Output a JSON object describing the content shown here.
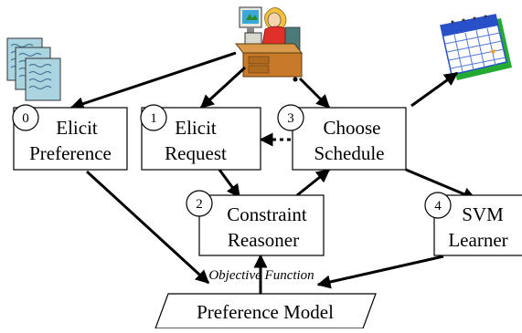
{
  "diagram": {
    "nodes": {
      "elicit_preference": {
        "number": "0",
        "line1": "Elicit",
        "line2": "Preference"
      },
      "elicit_request": {
        "number": "1",
        "line1": "Elicit",
        "line2": "Request"
      },
      "constraint_reasoner": {
        "number": "2",
        "line1": "Constraint",
        "line2": "Reasoner"
      },
      "choose_schedule": {
        "number": "3",
        "line1": "Choose",
        "line2": "Schedule"
      },
      "svm_learner": {
        "number": "4",
        "line1": "SVM",
        "line2": "Learner"
      },
      "preference_model": {
        "label": "Preference Model"
      }
    },
    "edge_labels": {
      "objective_function": "Objective Function"
    },
    "icons": [
      "documents-icon",
      "user-at-desk-icon",
      "calendar-icon"
    ],
    "colors": {
      "line": "#000000",
      "document": "#aad4e0",
      "document_wave": "#4a7a9a",
      "desk": "#c87a2a",
      "shirt": "#e0302a",
      "calendar_page": "#ffffff",
      "calendar_bar": "#2850c8",
      "calendar_grid": "#5078d8",
      "calendar_shadow": "#22aa33"
    }
  }
}
